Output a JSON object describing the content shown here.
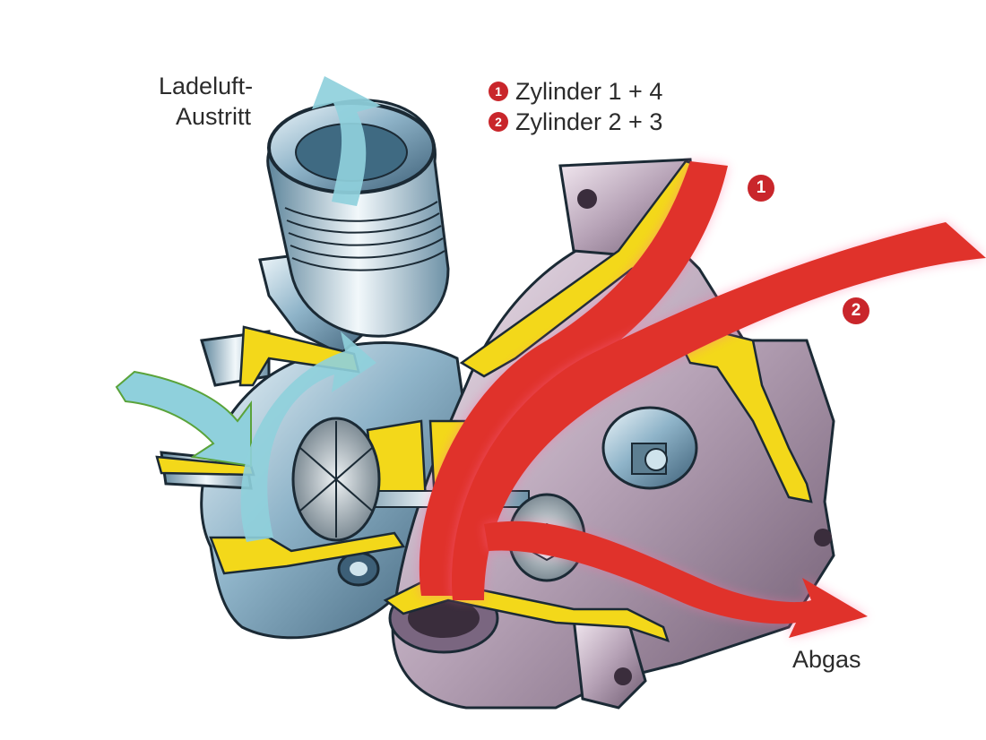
{
  "labels": {
    "ladeluft_line1": "Ladeluft-",
    "ladeluft_line2": "Austritt",
    "abgas": "Abgas"
  },
  "legend": [
    {
      "number": "1",
      "text": "Zylinder 1 + 4"
    },
    {
      "number": "2",
      "text": "Zylinder 2 + 3"
    }
  ],
  "flow_markers": {
    "flow1": "1",
    "flow2": "2"
  },
  "colors": {
    "exhaust_red": "#e0322b",
    "badge_red": "#c9262b",
    "intake_blue": "#8fd0dc",
    "casing_yellow": "#f3d81a",
    "compressor_steel": "#8fb4c9",
    "turbine_housing": "#b6a2b6"
  }
}
